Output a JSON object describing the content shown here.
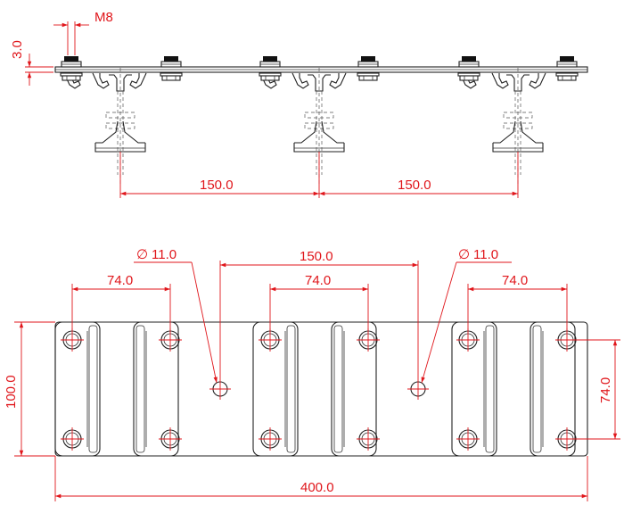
{
  "labels": {
    "bolt_size": "M8",
    "plate_thickness": "3.0",
    "rail_spacing_left": "150.0",
    "rail_spacing_right": "150.0",
    "hole_diameter_left": "11.0",
    "hole_diameter_right": "11.0",
    "hole_spacing_top": "150.0",
    "clamp_spacing_1": "74.0",
    "clamp_spacing_2": "74.0",
    "clamp_spacing_3": "74.0",
    "plate_height": "100.0",
    "bolt_vertical_spacing": "74.0",
    "plate_length": "400.0"
  },
  "symbols": {
    "diameter": "∅"
  },
  "colors": {
    "dimension": "#e0161b",
    "outline": "#222222"
  }
}
